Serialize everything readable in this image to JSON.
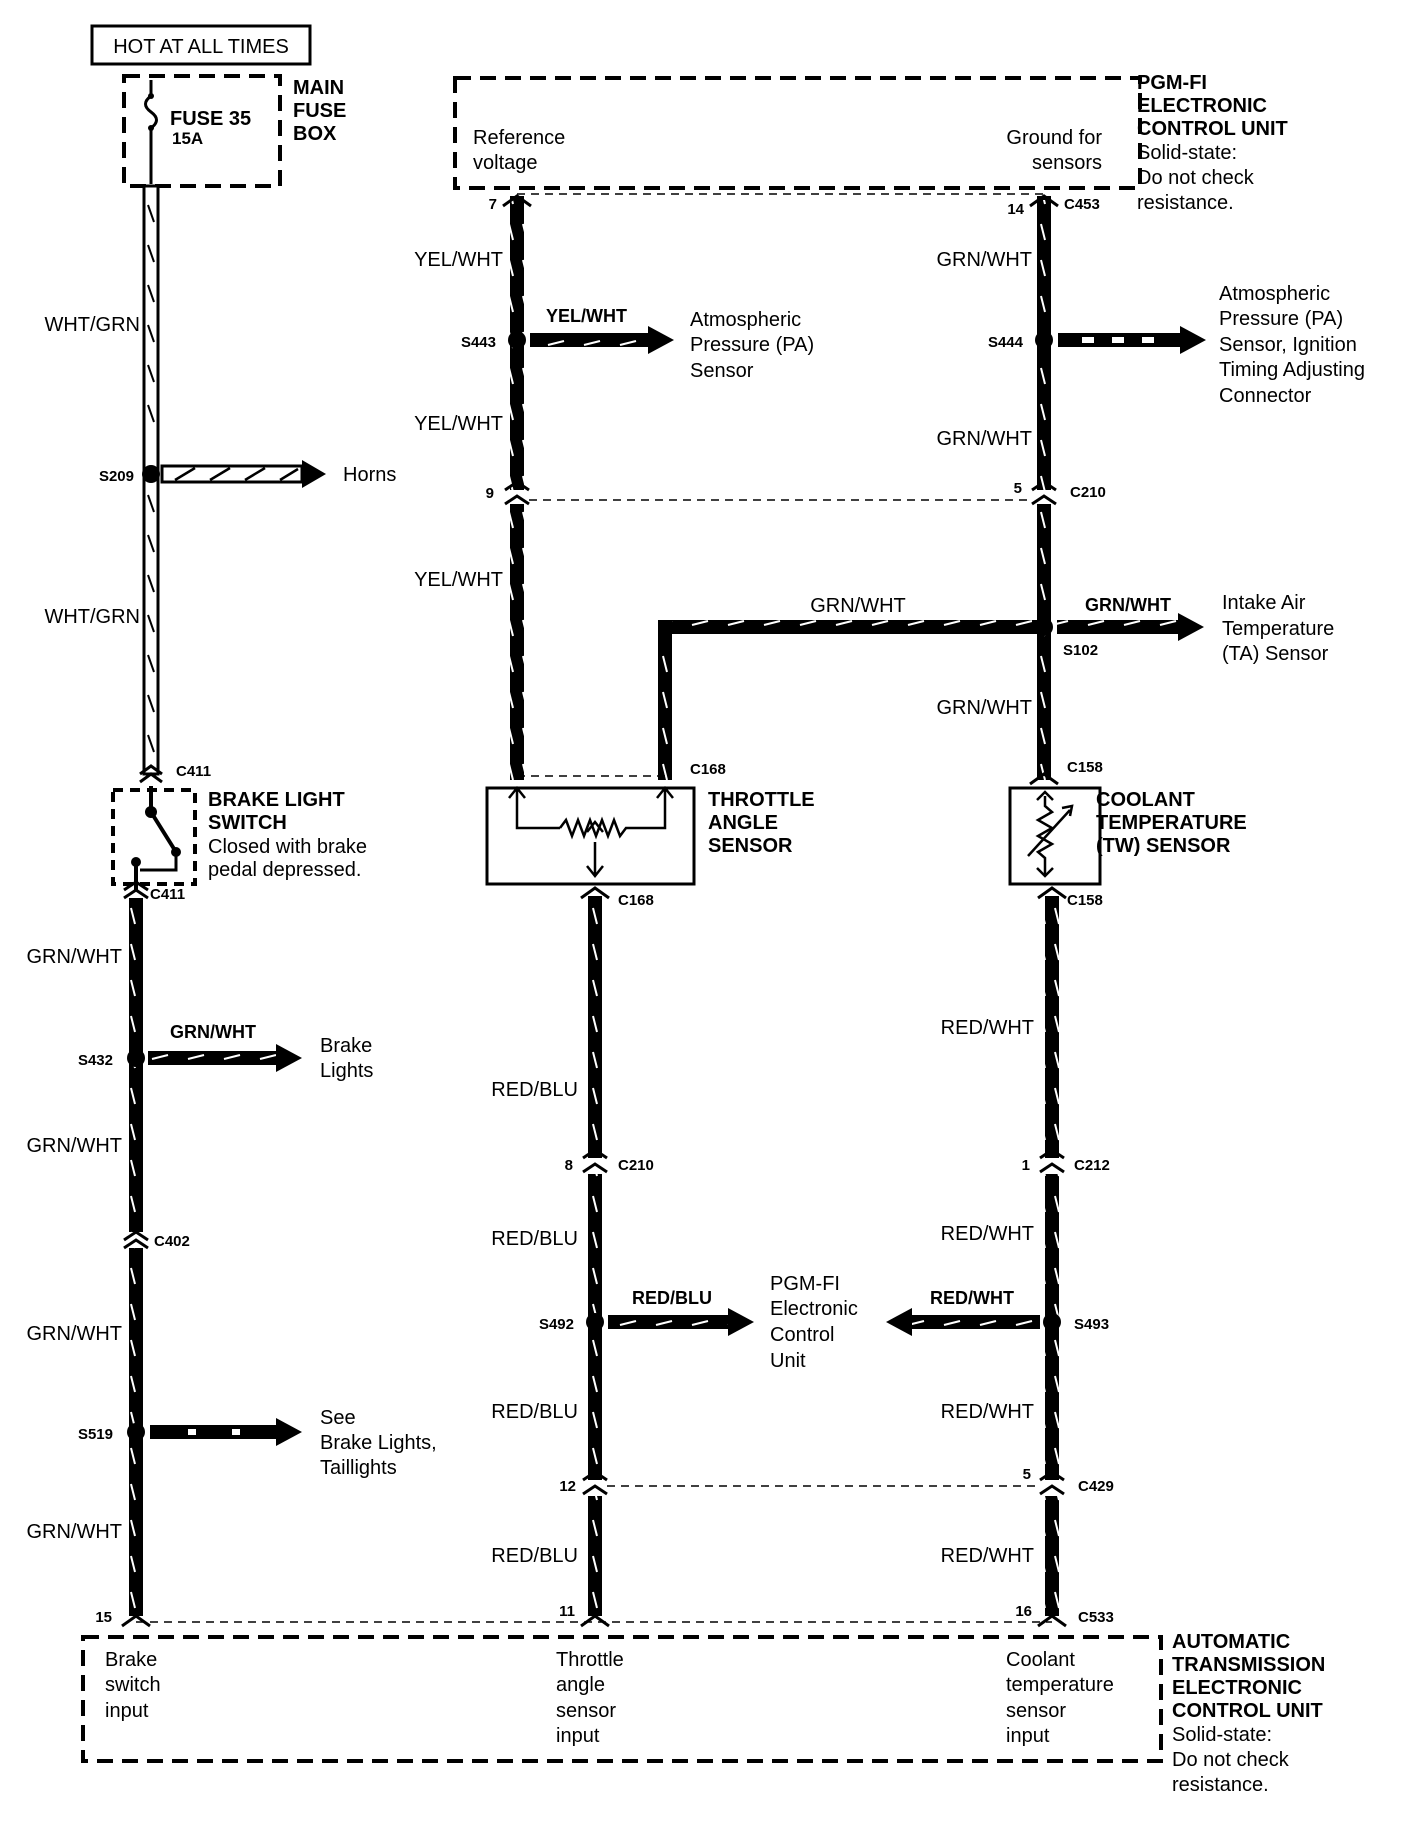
{
  "power": {
    "hot_label": "HOT AT ALL TIMES",
    "fuse_name": "FUSE 35",
    "fuse_rating": "15A",
    "box_line1": "MAIN",
    "box_line2": "FUSE",
    "box_line3": "BOX"
  },
  "pgm_ecu": {
    "title1": "PGM-FI",
    "title2": "ELECTRONIC",
    "title3": "CONTROL UNIT",
    "note1": "Solid-state:",
    "note2": "Do not check",
    "note3": "resistance.",
    "ref1": "Reference",
    "ref2": "voltage",
    "gnd1": "Ground for",
    "gnd2": "sensors",
    "pin_ref": "7",
    "pin_gnd": "14",
    "connector": "C453"
  },
  "wires": {
    "wht_grn": "WHT/GRN",
    "grn_wht": "GRN/WHT",
    "yel_wht": "YEL/WHT",
    "red_blu": "RED/BLU",
    "red_wht": "RED/WHT"
  },
  "splices": {
    "s209": "S209",
    "s432": "S432",
    "s519": "S519",
    "s443": "S443",
    "s444": "S444",
    "s102": "S102",
    "s492": "S492",
    "s493": "S493"
  },
  "connectors": {
    "c411": "C411",
    "c402": "C402",
    "c210": "C210",
    "c168": "C168",
    "c158": "C158",
    "c212": "C212",
    "c429": "C429",
    "c533": "C533"
  },
  "pins": {
    "p9": "9",
    "p5": "5",
    "p8": "8",
    "p1": "1",
    "p12": "12",
    "p5b": "5",
    "p15": "15",
    "p11": "11",
    "p16": "16"
  },
  "destinations": {
    "horns": "Horns",
    "brake_lights_1": "Brake",
    "brake_lights_2": "Lights",
    "see_1": "See",
    "see_2": "Brake Lights,",
    "see_3": "Taillights",
    "pa_1": "Atmospheric",
    "pa_2": "Pressure (PA)",
    "pa_3": "Sensor",
    "pa2_1": "Atmospheric",
    "pa2_2": "Pressure (PA)",
    "pa2_3": "Sensor, Ignition",
    "pa2_4": "Timing Adjusting",
    "pa2_5": "Connector",
    "ta_1": "Intake Air",
    "ta_2": "Temperature",
    "ta_3": "(TA) Sensor",
    "ecu_1": "PGM-FI",
    "ecu_2": "Electronic",
    "ecu_3": "Control",
    "ecu_4": "Unit"
  },
  "components": {
    "brake_sw_1": "BRAKE LIGHT",
    "brake_sw_2": "SWITCH",
    "brake_sw_3": "Closed with brake",
    "brake_sw_4": "pedal depressed.",
    "tas_1": "THROTTLE",
    "tas_2": "ANGLE",
    "tas_3": "SENSOR",
    "cts_1": "COOLANT",
    "cts_2": "TEMPERATURE",
    "cts_3": "(TW) SENSOR"
  },
  "at_ecu": {
    "title1": "AUTOMATIC",
    "title2": "TRANSMISSION",
    "title3": "ELECTRONIC",
    "title4": "CONTROL UNIT",
    "note1": "Solid-state:",
    "note2": "Do not check",
    "note3": "resistance.",
    "in1_1": "Brake",
    "in1_2": "switch",
    "in1_3": "input",
    "in2_1": "Throttle",
    "in2_2": "angle",
    "in2_3": "sensor",
    "in2_4": "input",
    "in3_1": "Coolant",
    "in3_2": "temperature",
    "in3_3": "sensor",
    "in3_4": "input"
  }
}
